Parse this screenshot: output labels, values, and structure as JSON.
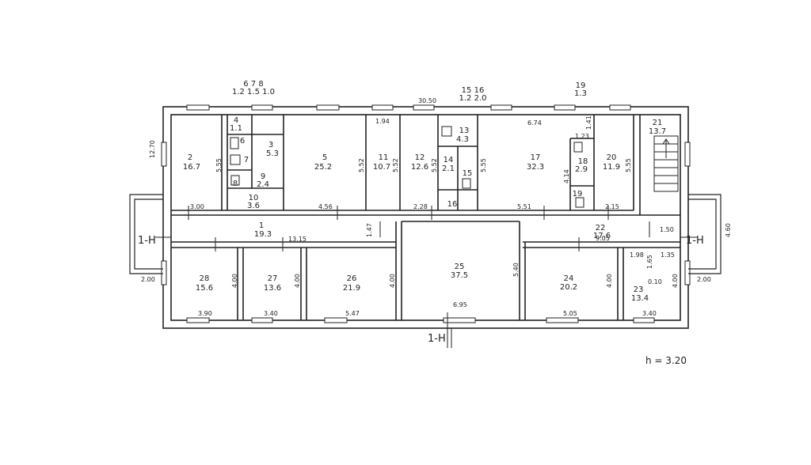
{
  "rooms": [
    {
      "id": "2",
      "name": "2",
      "area": "16.7"
    },
    {
      "id": "3",
      "name": "3",
      "area": "5.3"
    },
    {
      "id": "4",
      "name": "4",
      "area": "1.1"
    },
    {
      "id": "5",
      "name": "5",
      "area": "25.2"
    },
    {
      "id": "6",
      "name": "6",
      "area": ""
    },
    {
      "id": "7",
      "name": "7",
      "area": ""
    },
    {
      "id": "8",
      "name": "8",
      "area": ""
    },
    {
      "id": "9",
      "name": "9",
      "area": "2.4"
    },
    {
      "id": "10",
      "name": "10",
      "area": "3.6"
    },
    {
      "id": "11",
      "name": "11",
      "area": "10.7"
    },
    {
      "id": "12",
      "name": "12",
      "area": "12.6"
    },
    {
      "id": "13",
      "name": "13",
      "area": "4.3"
    },
    {
      "id": "14",
      "name": "14",
      "area": "2.1"
    },
    {
      "id": "15",
      "name": "15",
      "area": ""
    },
    {
      "id": "16",
      "name": "16",
      "area": ""
    },
    {
      "id": "17",
      "name": "17",
      "area": "32.3"
    },
    {
      "id": "18",
      "name": "18",
      "area": "2.9"
    },
    {
      "id": "19",
      "name": "19",
      "area": ""
    },
    {
      "id": "20",
      "name": "20",
      "area": "11.9"
    },
    {
      "id": "21",
      "name": "21",
      "area": "13.7"
    },
    {
      "id": "1",
      "name": "1",
      "area": "19.3"
    },
    {
      "id": "22",
      "name": "22",
      "area": "17.6"
    },
    {
      "id": "25",
      "name": "25",
      "area": "37.5"
    },
    {
      "id": "26",
      "name": "26",
      "area": "21.9"
    },
    {
      "id": "27",
      "name": "27",
      "area": "13.6"
    },
    {
      "id": "28",
      "name": "28",
      "area": "15.6"
    },
    {
      "id": "24",
      "name": "24",
      "area": "20.2"
    },
    {
      "id": "23",
      "name": "23",
      "area": "13.4"
    }
  ],
  "top_legend": [
    {
      "names": "6  7  8",
      "areas": "1.2  1.5  1.0"
    },
    {
      "names": "15  16",
      "areas": "1.2  2.0"
    },
    {
      "names": "19",
      "areas": "1.3"
    }
  ],
  "dimensions": [
    "30.50",
    "12.70",
    "4.60",
    "2.00",
    "2.00",
    "1.94",
    "6.74",
    "1.41",
    "1.23",
    "5.55",
    "5.52",
    "5.52",
    "5.52",
    "5.55",
    "4.14",
    "5.55",
    "3.00",
    "4.56",
    "2.28",
    "5.51",
    "2.15",
    "13.15",
    "1.47",
    "1.50",
    "9.05",
    "1.98",
    "1.65",
    "1.35",
    "0.10",
    "4.00",
    "4.00",
    "4.00",
    "5.40",
    "4.00",
    "4.00",
    "3.90",
    "3.40",
    "5.47",
    "6.95",
    "5.05",
    "3.40"
  ],
  "section_marks": [
    "1-Н",
    "1-Н",
    "1-Н"
  ],
  "height_note": "h  =  3.20"
}
